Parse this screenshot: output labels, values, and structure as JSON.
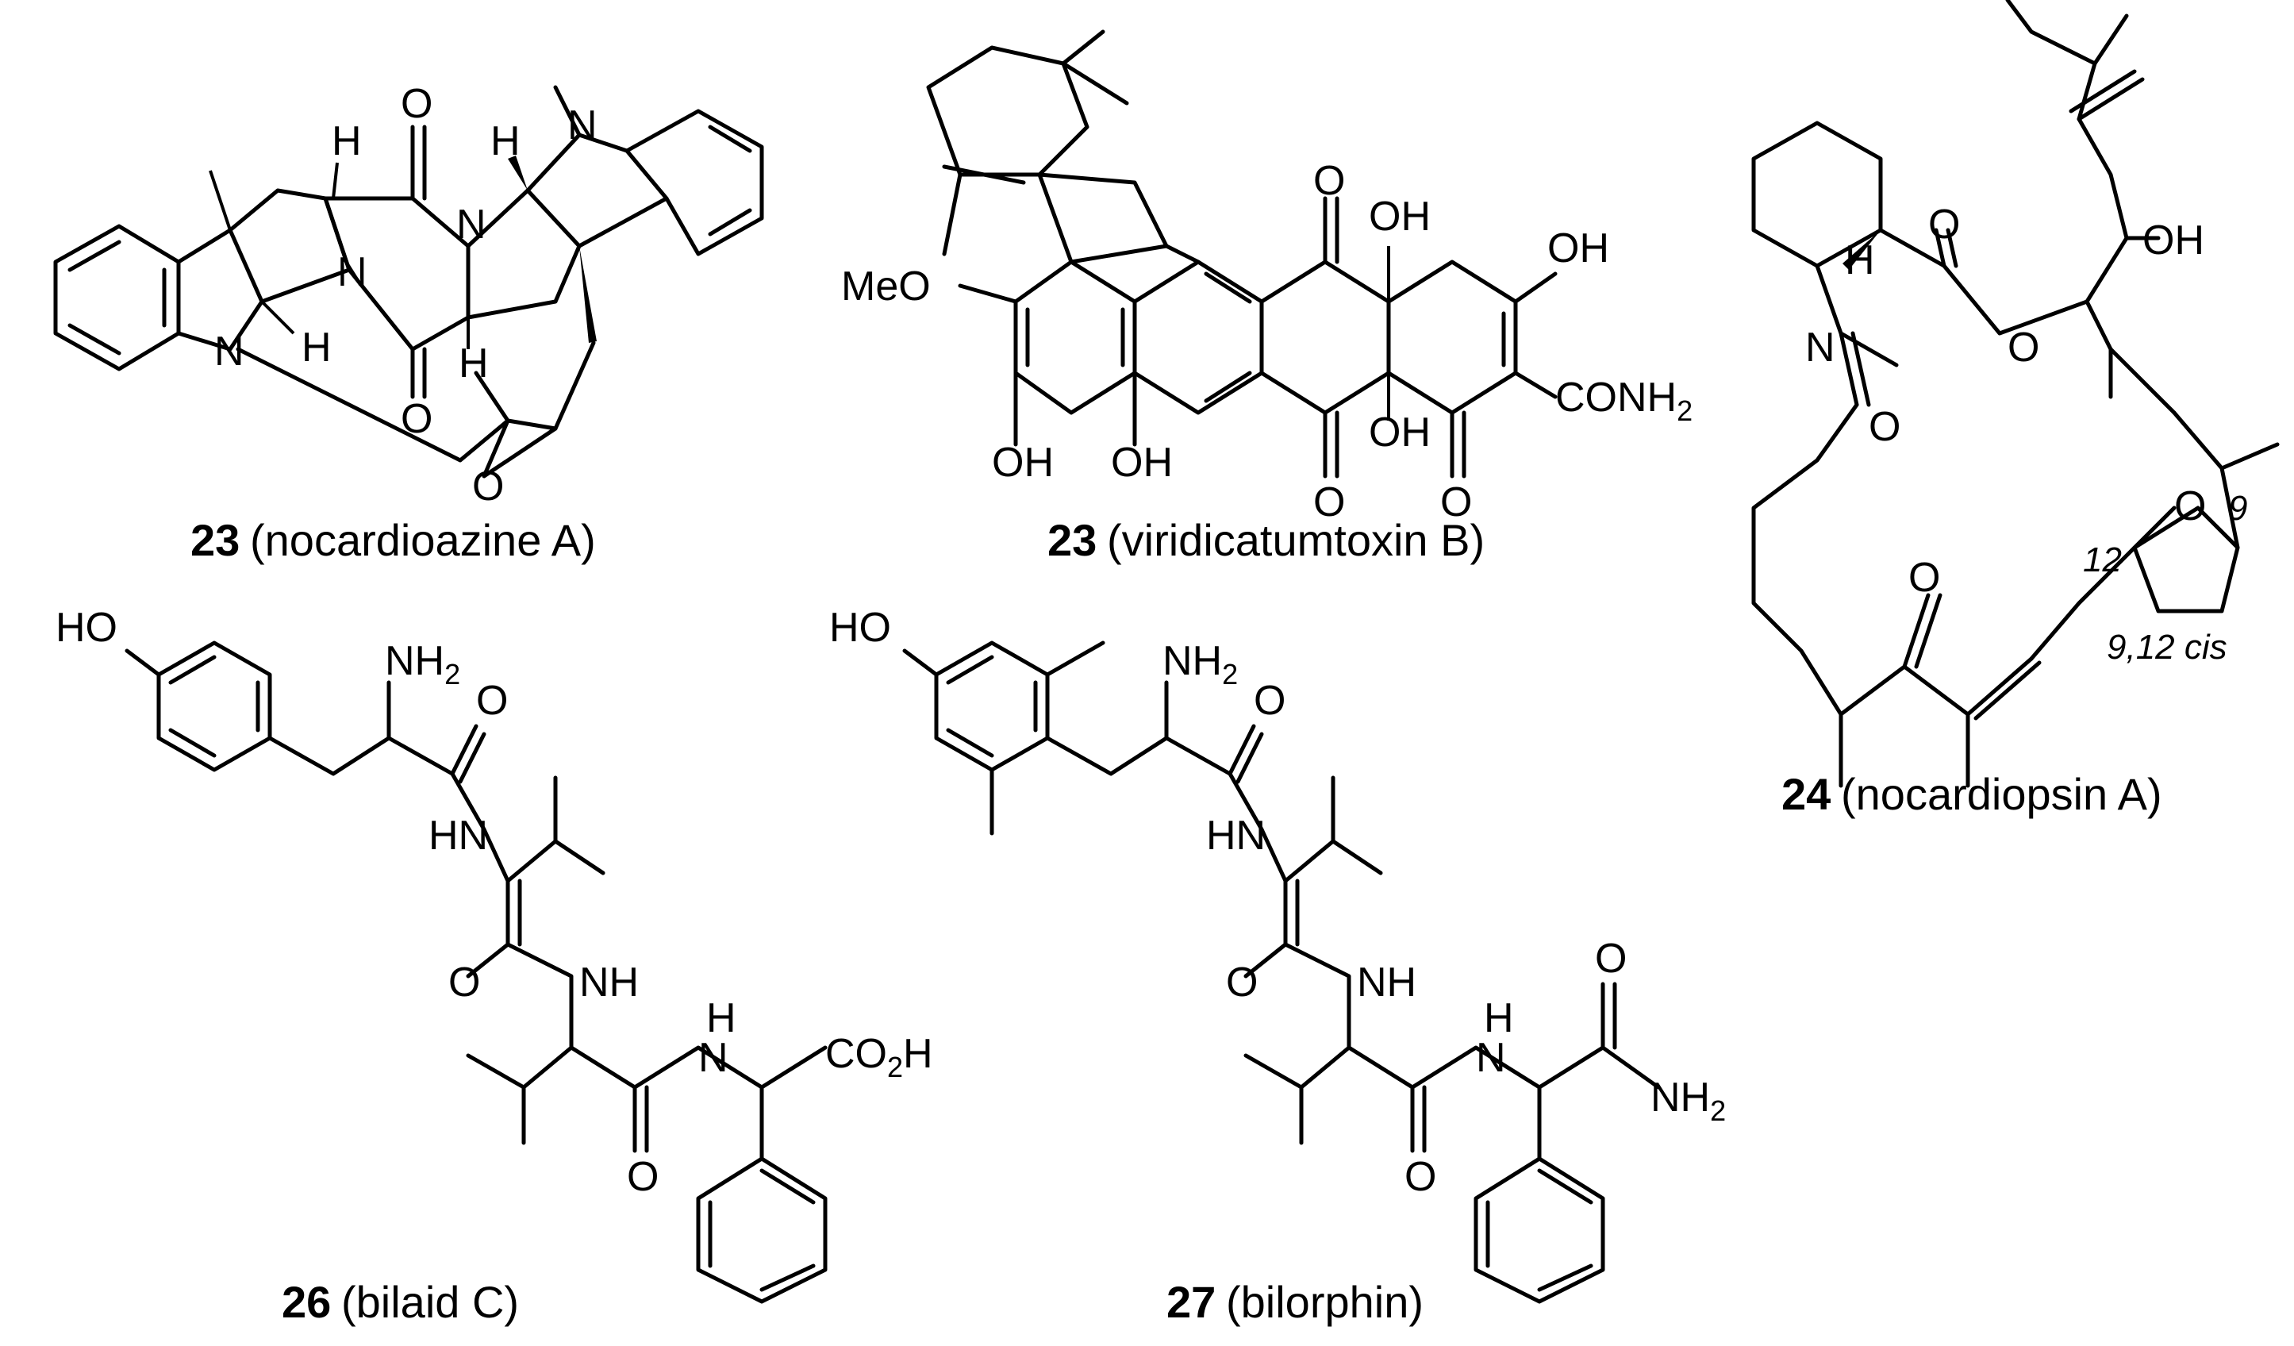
{
  "compounds": [
    {
      "number": "23",
      "name": "(nocardioazine A)",
      "atoms": {
        "h1": "H",
        "h2": "H",
        "h3": "H",
        "h4": "H",
        "o1": "O",
        "o2": "O",
        "n1": "N",
        "n2": "N",
        "n3": "N",
        "n4": "N",
        "o3": "O"
      }
    },
    {
      "number": "23",
      "name": "(viridicatumtoxin B)",
      "atoms": {
        "meo": "MeO",
        "oh1": "OH",
        "oh2": "OH",
        "oh3": "OH",
        "oh4": "OH",
        "oh5": "OH",
        "o1": "O",
        "o2": "O",
        "o3": "O",
        "conh2": "CONH",
        "conh2_sub": "2"
      }
    },
    {
      "number": "24",
      "name": "(nocardiopsin A)",
      "atoms": {
        "h": "H",
        "n": "N",
        "o1": "O",
        "o2": "O",
        "o3": "O",
        "o4": "O",
        "o5": "O",
        "oh": "OH",
        "c9": "9",
        "c12": "12"
      },
      "note": "9,12 cis"
    },
    {
      "number": "26",
      "name": "(bilaid C)",
      "atoms": {
        "ho": "HO",
        "nh2": "NH",
        "nh2_sub": "2",
        "o1": "O",
        "hn": "HN",
        "o2": "O",
        "nh": "NH",
        "h": "H",
        "n": "N",
        "o3": "O",
        "co2h": "CO",
        "co2h_sub": "2",
        "co2h_end": "H"
      }
    },
    {
      "number": "27",
      "name": "(bilorphin)",
      "atoms": {
        "ho": "HO",
        "nh2": "NH",
        "nh2_sub": "2",
        "o1": "O",
        "hn": "HN",
        "o2": "O",
        "nh": "NH",
        "h": "H",
        "n": "N",
        "o3": "O",
        "o4": "O",
        "amide": "NH",
        "amide_sub": "2"
      }
    }
  ]
}
